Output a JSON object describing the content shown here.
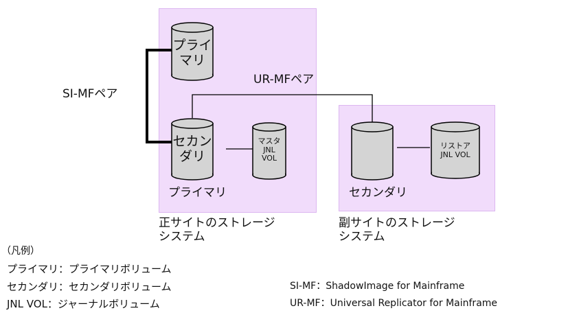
{
  "diagram": {
    "pair_labels": {
      "si_mf": "SI-MFペア",
      "ur_mf": "UR-MFペア"
    },
    "primary_site": {
      "caption_line1": "正サイトのストレージ",
      "caption_line2": "システム",
      "group_label": "プライマリ",
      "volumes": {
        "primary": {
          "line1": "プライ",
          "line2": "マリ"
        },
        "secondary": {
          "line1": "セカン",
          "line2": "ダリ"
        },
        "master_jnl": {
          "line1": "マスタ",
          "line2": "JNL",
          "line3": "VOL"
        }
      }
    },
    "secondary_site": {
      "caption_line1": "副サイトのストレージ",
      "caption_line2": "システム",
      "group_label": "セカンダリ",
      "volumes": {
        "restore_jnl": {
          "line1": "リストア",
          "line2": "JNL VOL"
        }
      }
    }
  },
  "legend": {
    "title": "（凡例）",
    "left": [
      "プライマリ：プライマリボリューム",
      "セカンダリ：セカンダリボリューム",
      "JNL VOL：ジャーナルボリューム"
    ],
    "right": [
      "SI-MF：ShadowImage for Mainframe",
      "UR-MF：Universal Replicator for Mainframe"
    ]
  },
  "colors": {
    "site_fill": "#f1dcfb",
    "cylinder_fill": "#d4d4d4",
    "line": "#000000"
  }
}
